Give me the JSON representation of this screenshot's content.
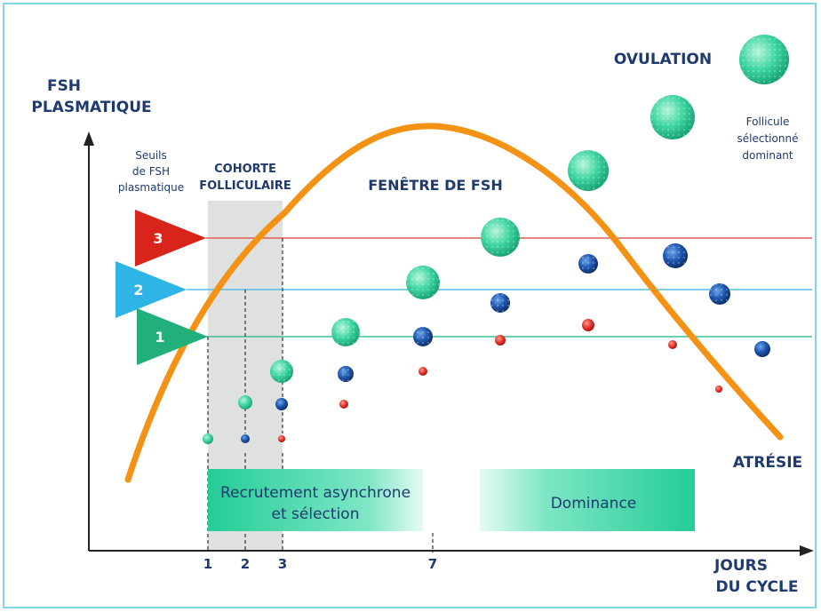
{
  "y_axis_label": [
    "FSH",
    "PLASMATIQUE"
  ],
  "x_axis_label": [
    "JOURS",
    "DU CYCLE"
  ],
  "thresholds_label": [
    "Seuils",
    "de FSH",
    "plasmatique"
  ],
  "cohort_label": [
    "COHORTE",
    "FOLLICULAIRE"
  ],
  "fsh_window_label": "FENÊTRE DE FSH",
  "ovulation_label": "OVULATION",
  "selected_follicle_label": [
    "Follicule",
    "sélectionné",
    "dominant"
  ],
  "atresia_label": "ATRÉSIE",
  "recruitment_band_label": [
    "Recrutement asynchrone",
    "et sélection"
  ],
  "dominance_band_label": "Dominance",
  "x_ticks": [
    "1",
    "2",
    "3",
    "7"
  ],
  "thresholds": [
    {
      "label": "3",
      "color": "#d9241c"
    },
    {
      "label": "2",
      "color": "#2fb4e6"
    },
    {
      "label": "1",
      "color": "#22b07a"
    }
  ],
  "colors": {
    "curve": "#f39214",
    "green_follicle": "#3fd6a0",
    "blue_follicle": "#1f58b0",
    "red_follicle": "#e3322b",
    "band": "#2ad3a0",
    "cohort": "#d9dcdc",
    "text": "#1f3a6e",
    "border": "#7fd6e6"
  }
}
